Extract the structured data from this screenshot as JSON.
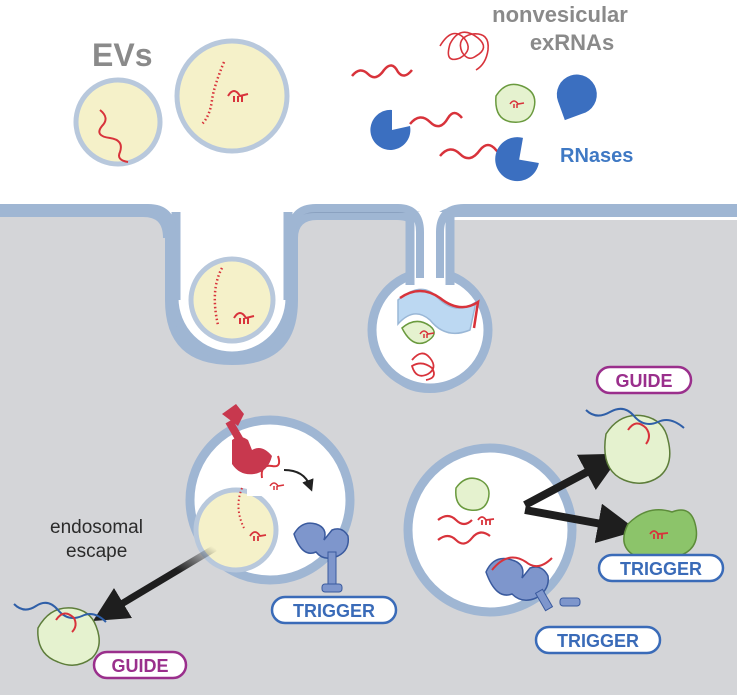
{
  "labels": {
    "evs": "EVs",
    "nonvesicular_line1": "nonvesicular",
    "nonvesicular_line2": "exRNAs",
    "rnases": "RNases",
    "endosomal_line1": "endosomal",
    "endosomal_line2": "escape"
  },
  "tags": {
    "guide_top_right": "GUIDE",
    "trigger_right_upper": "TRIGGER",
    "trigger_right_lower": "TRIGGER",
    "trigger_center": "TRIGGER",
    "guide_bottom_left": "GUIDE"
  },
  "colors": {
    "cytoplasm": "#d4d5d8",
    "membrane": "#9fb6d3",
    "vesicle_fill": "#f5f1c9",
    "rna_red": "#d8333b",
    "rnase_blue": "#3b6fc0",
    "guide_magenta": "#9a2f8c",
    "trigger_blue": "#3a6bb8",
    "label_grey": "#8a8a8a"
  }
}
